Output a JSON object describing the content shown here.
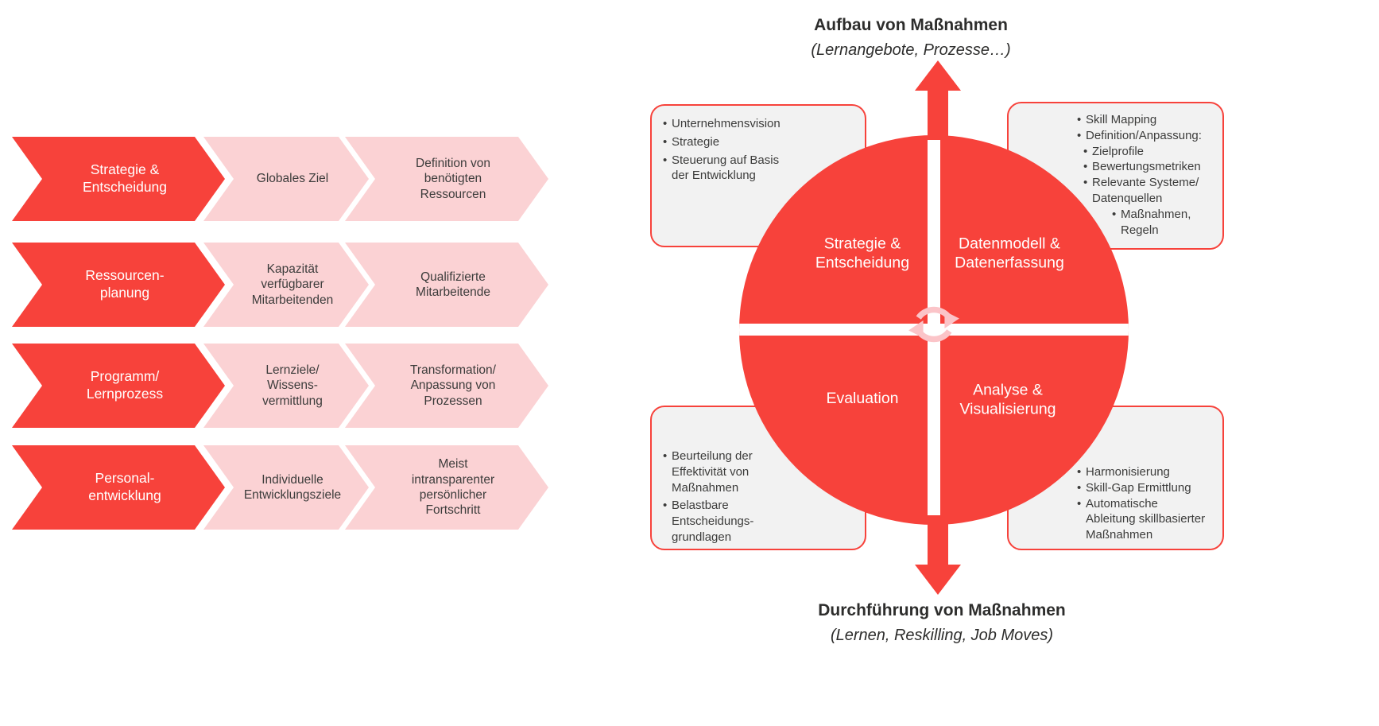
{
  "colors": {
    "red": "#F7423B",
    "pink": "#FBD2D4",
    "box_bg": "#F2F2F2",
    "text_dark": "#3C3C3B",
    "title_dark": "#2D2D2C"
  },
  "icons": {
    "center": "cycle-arrows",
    "top": "arrow-up",
    "bottom": "arrow-down"
  },
  "left_flow": {
    "rows": [
      {
        "stage": "Strategie &\nEntscheidung",
        "step2": "Globales Ziel",
        "step3": "Definition von\nbenötigten\nRessourcen"
      },
      {
        "stage": "Ressourcen-\nplanung",
        "step2": "Kapazität\nverfügbarer\nMitarbeitenden",
        "step3": "Qualifizierte\nMitarbeitende"
      },
      {
        "stage": "Programm/\nLernprozess",
        "step2": "Lernziele/\nWissens-\nvermittlung",
        "step3": "Transformation/\nAnpassung von\nProzessen"
      },
      {
        "stage": "Personal-\nentwicklung",
        "step2": "Individuelle\nEntwicklungsziele",
        "step3": "Meist\nintransparenter\npersönlicher\nFortschritt"
      }
    ]
  },
  "cycle": {
    "top_title": "Aufbau von Maßnahmen",
    "top_subtitle": "(Lernangebote, Prozesse…)",
    "bottom_title": "Durchführung von Maßnahmen",
    "bottom_subtitle": "(Lernen, Reskilling, Job Moves)",
    "quadrants": {
      "top_left": "Strategie &\nEntscheidung",
      "top_right": "Datenmodell &\nDatenerfassung",
      "bottom_left": "Evaluation",
      "bottom_right": "Analyse &\nVisualisierung"
    },
    "boxes": {
      "top_left": {
        "items": [
          "Unternehmensvision",
          "Strategie",
          "Steuerung auf Basis\nder Entwicklung"
        ]
      },
      "top_right": {
        "items": [
          {
            "text": "Skill Mapping"
          },
          {
            "text": "Definition/Anpassung:"
          },
          {
            "text": "Zielprofile"
          },
          {
            "text": "Bewertungsmetriken"
          },
          {
            "text": "Relevante Systeme/\nDatenquellen"
          },
          {
            "text": "Maßnahmen,\nRegeln"
          }
        ]
      },
      "bottom_left": {
        "items": [
          "Beurteilung der\nEffektivität von\nMaßnahmen",
          "Belastbare\nEntscheidungs-\ngrundlagen"
        ]
      },
      "bottom_right": {
        "items": [
          "Harmonisierung",
          "Skill-Gap Ermittlung",
          "Automatische\nAbleitung skillbasierter\nMaßnahmen"
        ]
      }
    }
  }
}
